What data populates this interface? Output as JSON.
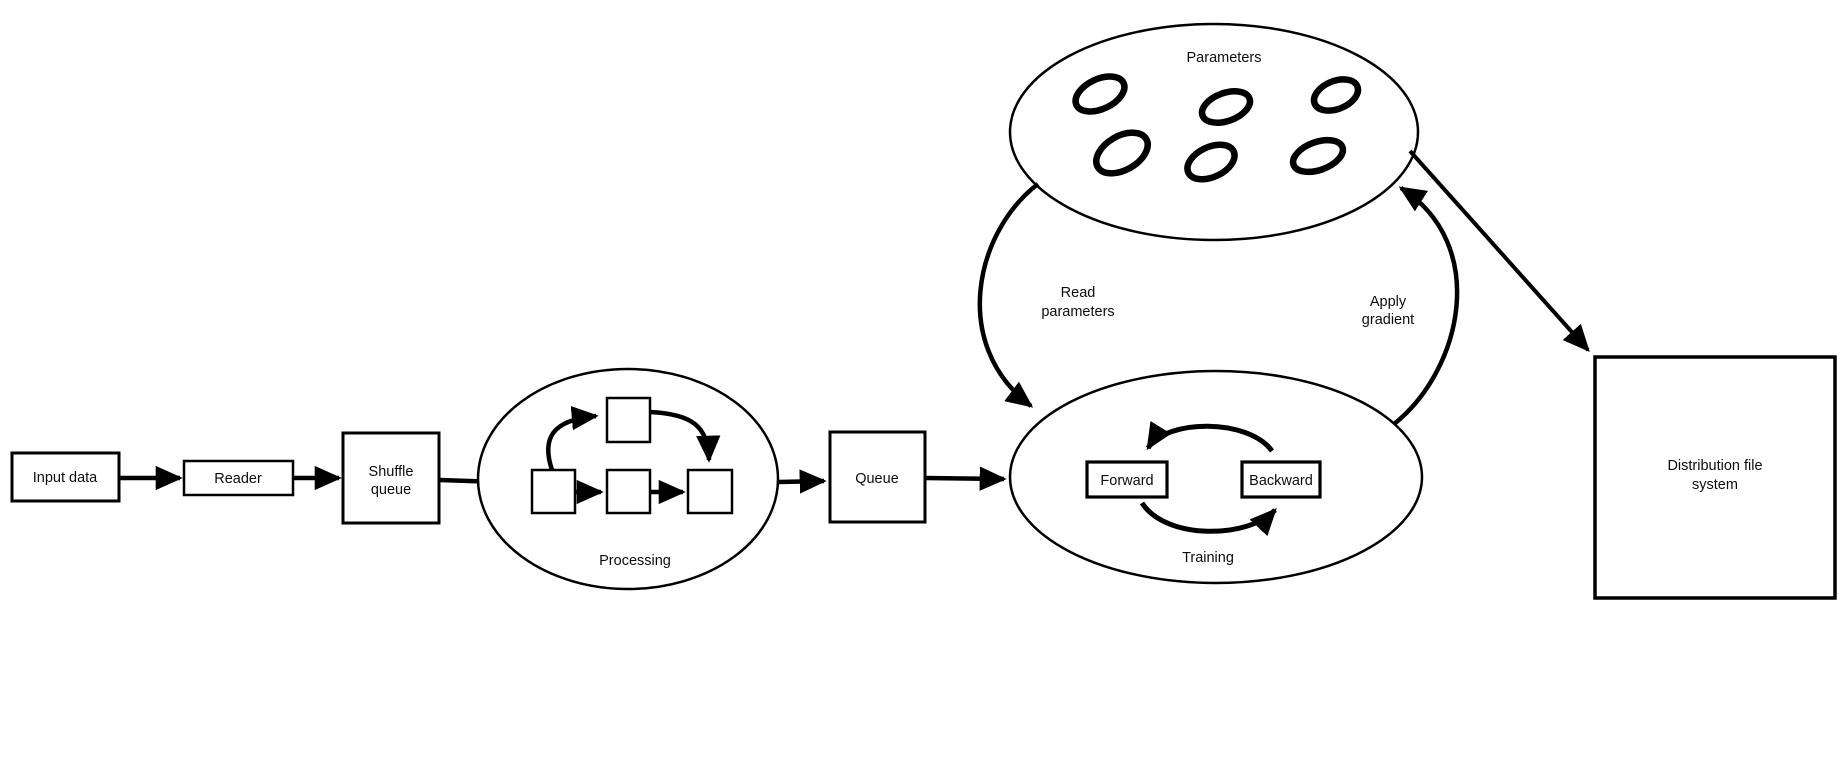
{
  "diagram": {
    "background_color": "#ffffff",
    "stroke_color": "#000000",
    "text_color": "#0d0d0d",
    "nodes": {
      "input_data": {
        "label": "Input data"
      },
      "reader": {
        "label": "Reader"
      },
      "shuffle_queue": {
        "line1": "Shuffle",
        "line2": "queue"
      },
      "processing": {
        "label": "Processing"
      },
      "queue": {
        "label": "Queue"
      },
      "training": {
        "label": "Training"
      },
      "forward": {
        "label": "Forward"
      },
      "backward": {
        "label": "Backward"
      },
      "parameters": {
        "label": "Parameters"
      },
      "distribution_file_system": {
        "line1": "Distribution file",
        "line2": "system"
      }
    },
    "edge_labels": {
      "read_parameters": {
        "line1": "Read",
        "line2": "parameters"
      },
      "apply_gradient": {
        "line1": "Apply",
        "line2": "gradient"
      }
    }
  }
}
